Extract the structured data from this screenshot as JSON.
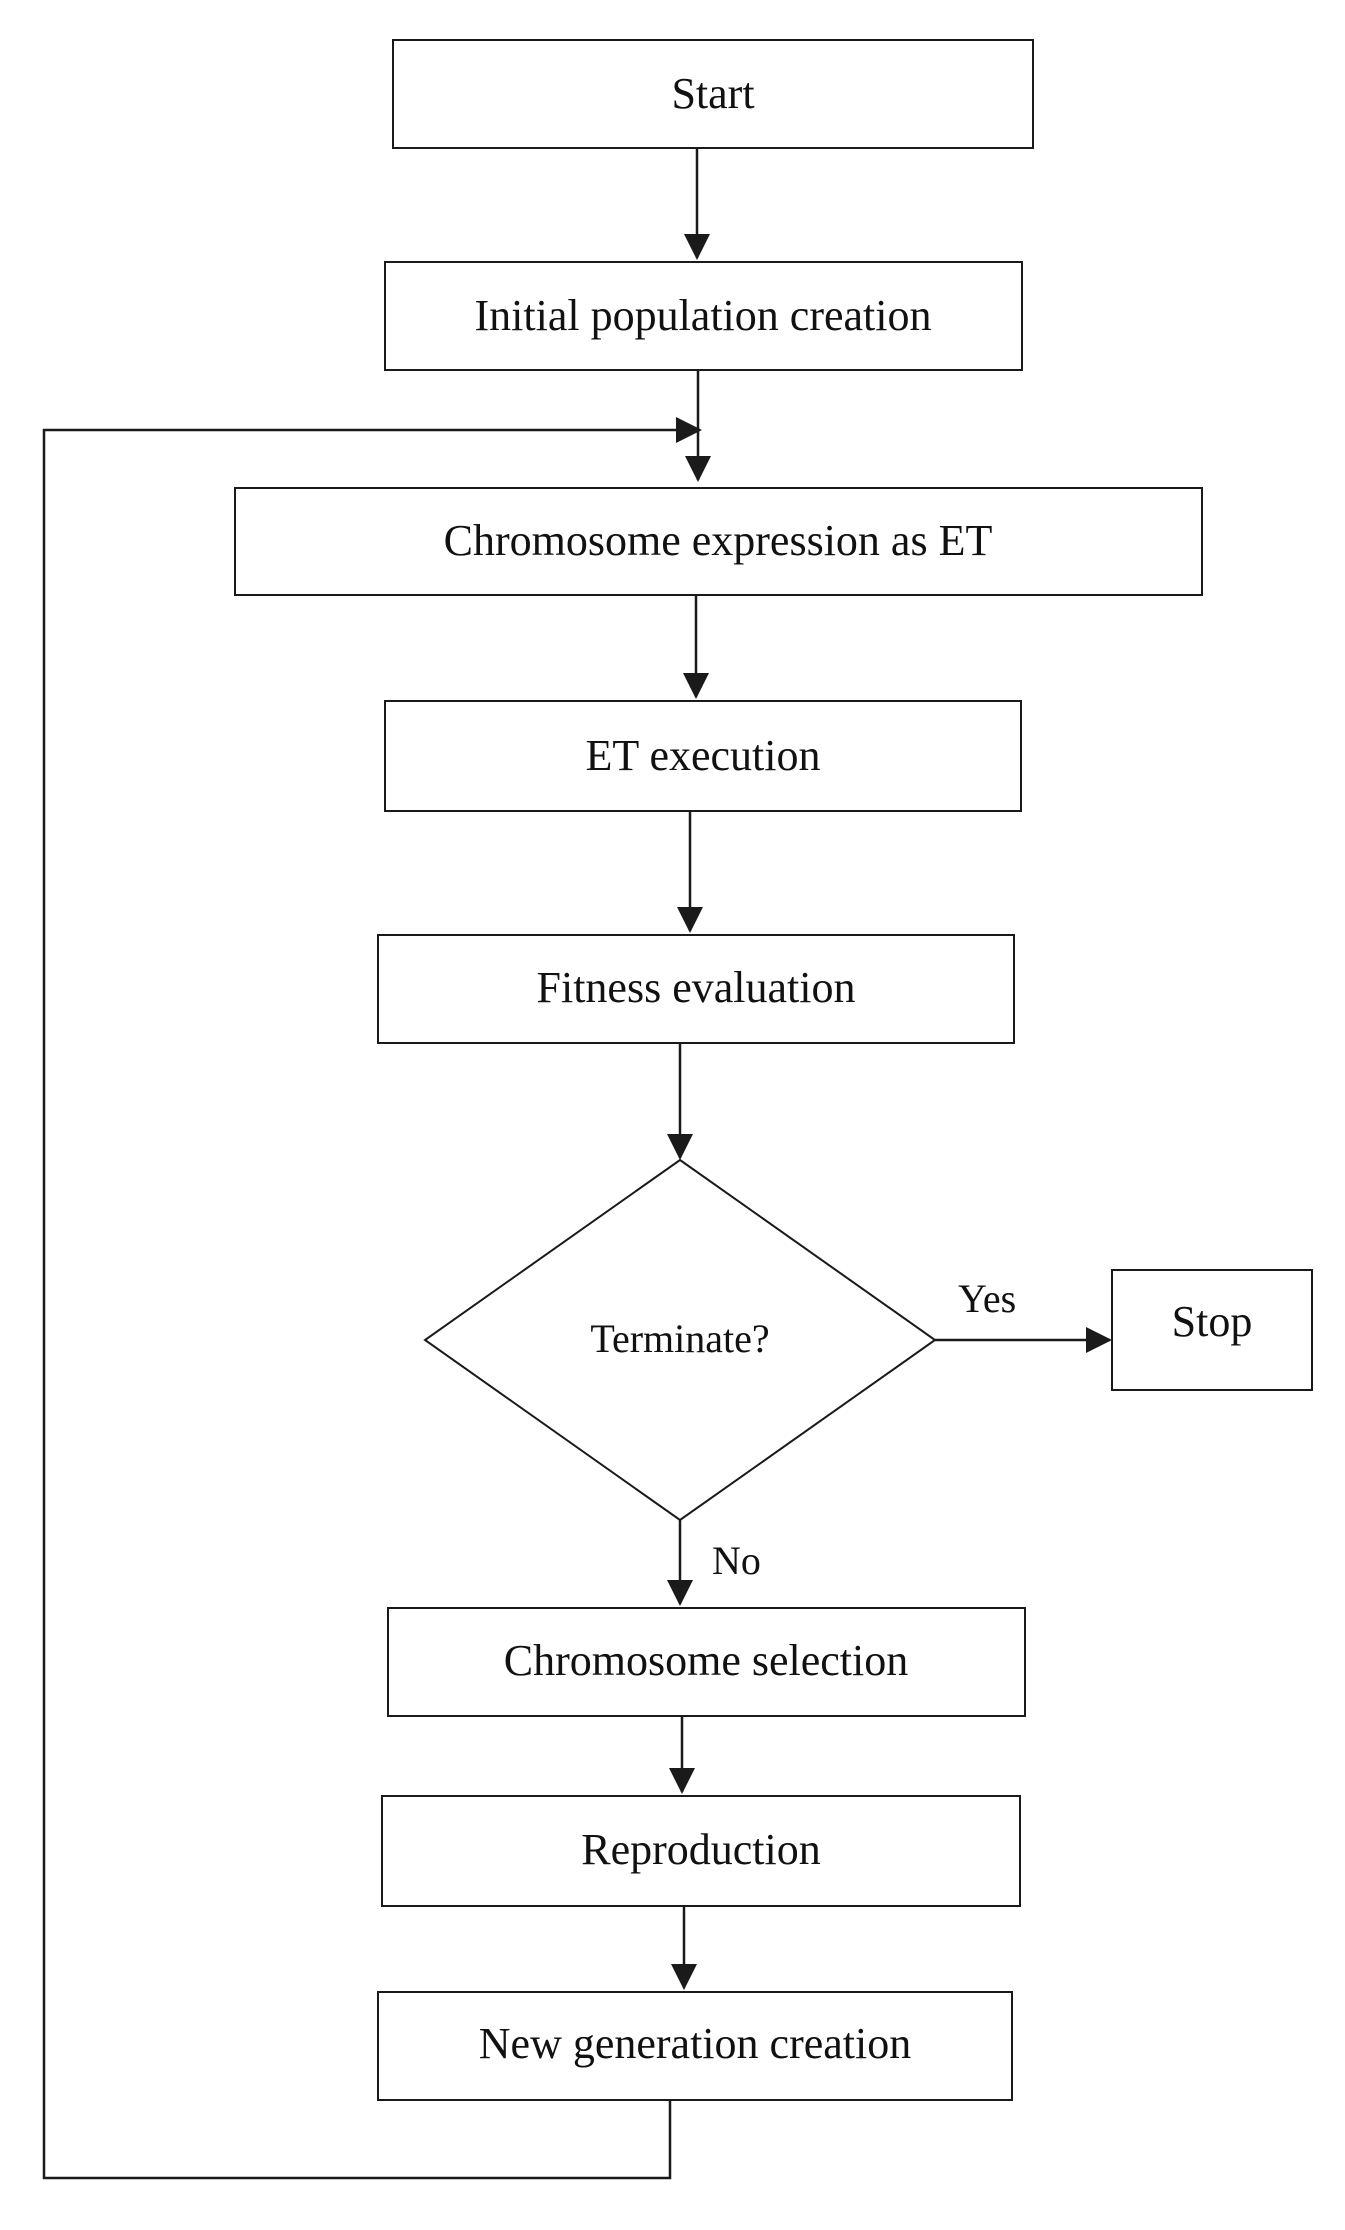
{
  "diagram": {
    "nodes": {
      "start": "Start",
      "initial_population": "Initial population creation",
      "chromosome_expression": "Chromosome expression as ET",
      "et_execution": "ET execution",
      "fitness_evaluation": "Fitness evaluation",
      "terminate": "Terminate?",
      "stop": "Stop",
      "chromosome_selection": "Chromosome selection",
      "reproduction": "Reproduction",
      "new_generation": "New generation creation"
    },
    "edge_labels": {
      "yes": "Yes",
      "no": "No"
    }
  }
}
